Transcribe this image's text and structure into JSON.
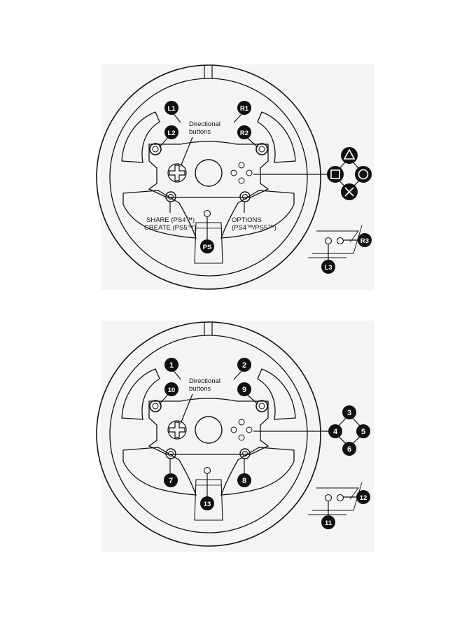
{
  "colors": {
    "line": "#111111",
    "panel_bg": "#f4f4f4",
    "badge": "#111111",
    "badge_text": "#ffffff"
  },
  "top": {
    "directional_line1": "Directional",
    "directional_line2": "buttons",
    "share_line1": "SHARE (PS4™)",
    "share_line2": "CREATE (PS5™)",
    "options_line1": "OPTIONS",
    "options_line2": "(PS4™/PS5™)",
    "badges": {
      "l1": "L1",
      "r1": "R1",
      "l2": "L2",
      "r2": "R2",
      "ps": "PS",
      "l3": "L3",
      "r3": "R3"
    },
    "face_icons": [
      "triangle-icon",
      "square-icon",
      "circle-icon",
      "cross-icon"
    ]
  },
  "bottom": {
    "directional_line1": "Directional",
    "directional_line2": "buttons",
    "badges": {
      "b1": "1",
      "b2": "2",
      "b3": "3",
      "b4": "4",
      "b5": "5",
      "b6": "6",
      "b7": "7",
      "b8": "8",
      "b9": "9",
      "b10": "10",
      "b11": "11",
      "b12": "12",
      "b13": "13"
    }
  }
}
